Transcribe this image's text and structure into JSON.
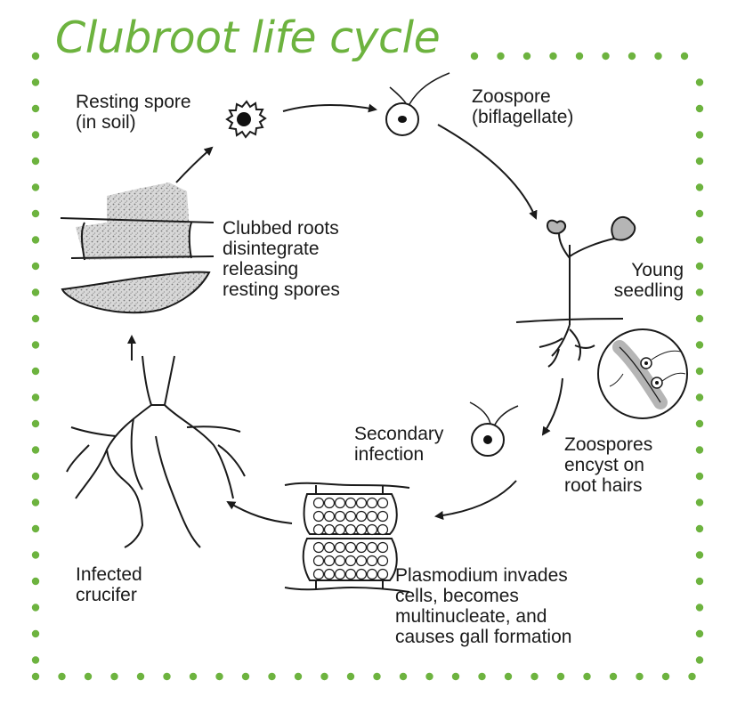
{
  "title": "Clubroot life cycle",
  "colors": {
    "accent_green": "#6db33f",
    "ink": "#1a1a1a",
    "leaf_gray": "#b5b5b5",
    "spore_dark": "#111111"
  },
  "labels": {
    "resting_spore": "Resting spore\n(in soil)",
    "zoospore": "Zoospore\n(biflagellate)",
    "young_seedling": "Young\nseedling",
    "zoospores_encyst": "Zoospores\nencyst on\nroot hairs",
    "plasmodium": "Plasmodium invades\ncells, becomes\nmultinucleate, and\ncauses gall formation",
    "secondary_infection": "Secondary\ninfection",
    "infected_crucifer": "Infected\ncrucifer",
    "clubbed_roots": "Clubbed roots\ndisintegrate\nreleasing\nresting spores"
  }
}
